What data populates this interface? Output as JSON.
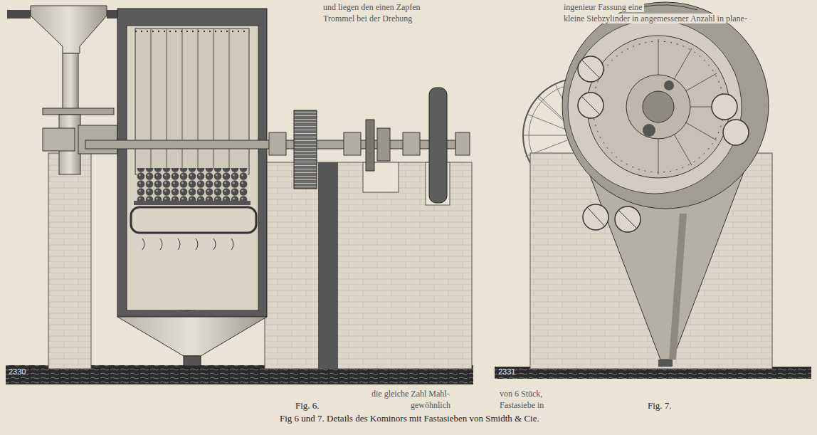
{
  "diagram": {
    "caption": "Fig 6 und 7. Details des Kominors mit Fastasieben von Smidth & Cie.",
    "labels": [
      "Fig. 6.",
      "Fig. 7.",
      "2330",
      "2331",
      "und liegen den einen Zapfen",
      "Trommel bei der Drehung",
      "ingenieur Fassung eine",
      "kleine Siebzylinder in angemessener Anzahl in plane-",
      "von 6 Stück,",
      "Fastasiebe in",
      "die gleiche Zahl Mahl-",
      "gewöhnlich"
    ]
  }
}
